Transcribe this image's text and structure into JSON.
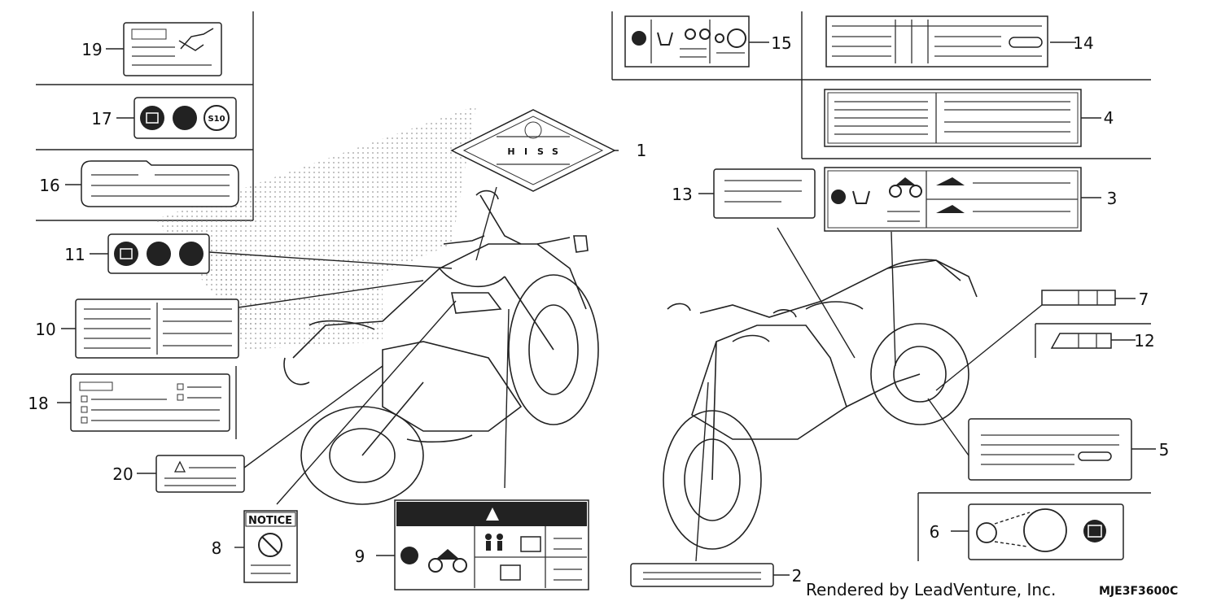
{
  "diagram": {
    "callouts": [
      "1",
      "2",
      "3",
      "4",
      "5",
      "6",
      "7",
      "8",
      "9",
      "10",
      "11",
      "12",
      "13",
      "14",
      "15",
      "16",
      "17",
      "18",
      "19",
      "20"
    ],
    "notice_label": "NOTICE",
    "s10_label": "S10",
    "hiss_letters": [
      "H",
      "I",
      "S",
      "S"
    ],
    "credit": "Rendered by LeadVenture, Inc.",
    "part_code": "MJE3F3600C"
  }
}
